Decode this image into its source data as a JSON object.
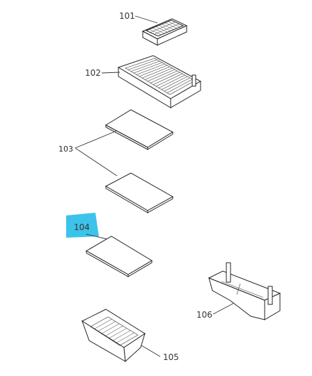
{
  "labels": {
    "l101": "101",
    "l102": "102",
    "l103": "103",
    "l104": "104",
    "l105": "105",
    "l106": "106"
  },
  "colors": {
    "highlight": "#3cc3ea",
    "line": "#222222",
    "background": "#ffffff"
  }
}
